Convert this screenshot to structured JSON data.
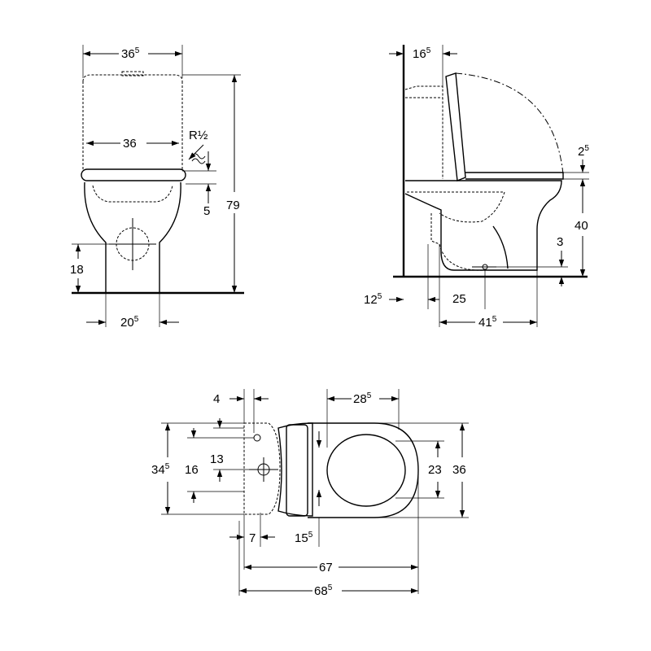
{
  "front_view": {
    "tank_width": {
      "main": "36",
      "sup": "5"
    },
    "inner_width": "36",
    "inlet_label": "R½",
    "seat_offset": "5",
    "overall_height": "79",
    "outlet_height": "18",
    "base_width": {
      "main": "20",
      "sup": "5"
    }
  },
  "side_view": {
    "seat_depth": {
      "main": "16",
      "sup": "5"
    },
    "seat_gap": {
      "main": "2",
      "sup": "5"
    },
    "seat_height": "40",
    "outlet_offset": "3",
    "wall_offset": {
      "main": "12",
      "sup": "5"
    },
    "outlet_distance": "25",
    "base_depth": {
      "main": "41",
      "sup": "5"
    }
  },
  "top_view": {
    "fixing_offset": "4",
    "bowl_depth": {
      "main": "28",
      "sup": "5"
    },
    "outer_width": {
      "main": "34",
      "sup": "5"
    },
    "fixing_spacing": "16",
    "inlet_height": "13",
    "seat_inner_width": "23",
    "seat_width": "36",
    "bracket_width": "7",
    "hinge_offset": {
      "main": "15",
      "sup": "5"
    },
    "length": "67",
    "total_length": {
      "main": "68",
      "sup": "5"
    }
  }
}
